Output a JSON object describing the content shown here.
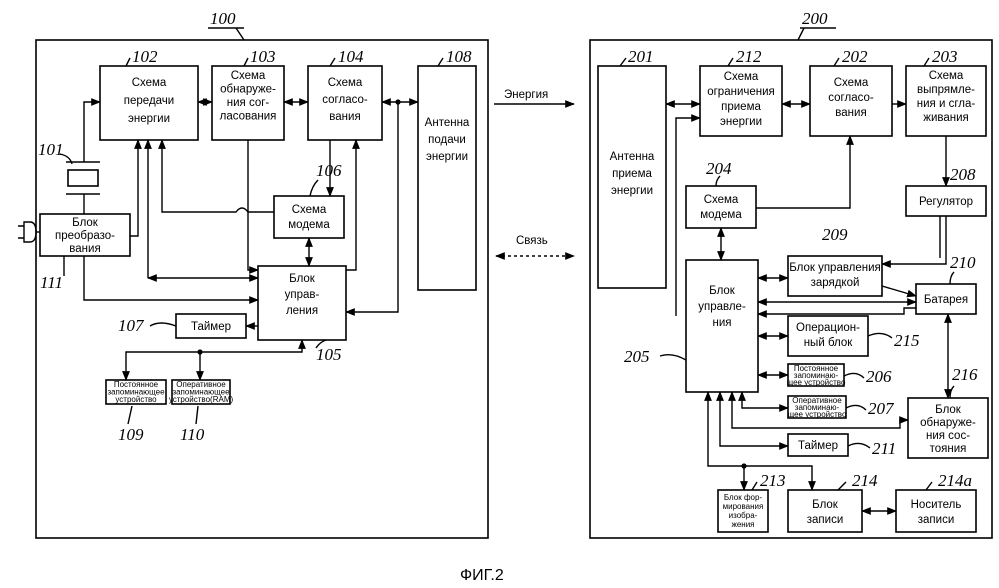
{
  "figure": {
    "caption": "ФИГ.2"
  },
  "transmitter": {
    "ref": "100",
    "blocks": {
      "b102": {
        "ref": "102",
        "lines": [
          "Схема",
          "передачи",
          "энергии"
        ]
      },
      "b103": {
        "ref": "103",
        "lines": [
          "Схема",
          "обнаруже-",
          "ния сог-",
          "ласования"
        ]
      },
      "b104": {
        "ref": "104",
        "lines": [
          "Схема",
          "согласо-",
          "вания"
        ]
      },
      "b108": {
        "ref": "108",
        "lines": [
          "Антенна",
          "подачи",
          "энергии"
        ]
      },
      "b106": {
        "ref": "106",
        "lines": [
          "Схема",
          "модема"
        ]
      },
      "b111": {
        "ref": "111",
        "lines": [
          "Блок",
          "преобразо-",
          "вания"
        ]
      },
      "b105": {
        "ref": "105",
        "lines": [
          "Блок",
          "управ-",
          "ления"
        ]
      },
      "b107": {
        "ref": "107",
        "lines": [
          "Таймер"
        ]
      },
      "b109": {
        "ref": "109",
        "lines": [
          "Постоянное",
          "запоминающее",
          "устройство"
        ]
      },
      "b110": {
        "ref": "110",
        "lines": [
          "Оперативное",
          "запоминающее",
          "устройство(RAM)"
        ]
      },
      "b101": {
        "ref": "101"
      }
    }
  },
  "links": {
    "energy": "Энергия",
    "comm": "Связь"
  },
  "receiver": {
    "ref": "200",
    "blocks": {
      "b201": {
        "ref": "201",
        "lines": [
          "Антенна",
          "приема",
          "энергии"
        ]
      },
      "b212": {
        "ref": "212",
        "lines": [
          "Схема",
          "ограничения",
          "приема",
          "энергии"
        ]
      },
      "b202": {
        "ref": "202",
        "lines": [
          "Схема",
          "согласо-",
          "вания"
        ]
      },
      "b203": {
        "ref": "203",
        "lines": [
          "Схема",
          "выпрямле-",
          "ния и сгла-",
          "живания"
        ]
      },
      "b204": {
        "ref": "204",
        "lines": [
          "Схема",
          "модема"
        ]
      },
      "b208": {
        "ref": "208",
        "lines": [
          "Регулятор"
        ]
      },
      "b209": {
        "ref": "209",
        "lines": [
          "Блок управления",
          "зарядкой"
        ]
      },
      "b210": {
        "ref": "210",
        "lines": [
          "Батарея"
        ]
      },
      "b205": {
        "ref": "205",
        "lines": [
          "Блок",
          "управле-",
          "ния"
        ]
      },
      "b215": {
        "ref": "215",
        "lines": [
          "Операцион-",
          "ный блок"
        ]
      },
      "b206": {
        "ref": "206",
        "lines": [
          "Постоянное",
          "запоминаю-",
          "щее устройство"
        ]
      },
      "b207": {
        "ref": "207",
        "lines": [
          "Оперативное",
          "запоминаю-",
          "щее устройство"
        ]
      },
      "b216": {
        "ref": "216",
        "lines": [
          "Блок",
          "обнаруже-",
          "ния сос-",
          "тояния"
        ]
      },
      "b211": {
        "ref": "211",
        "lines": [
          "Таймер"
        ]
      },
      "b213": {
        "ref": "213",
        "lines": [
          "Блок фор-",
          "мирования",
          "изобра-",
          "жения"
        ]
      },
      "b214": {
        "ref": "214",
        "lines": [
          "Блок",
          "записи"
        ]
      },
      "b214a": {
        "ref": "214a",
        "lines": [
          "Носитель",
          "записи"
        ]
      }
    }
  }
}
